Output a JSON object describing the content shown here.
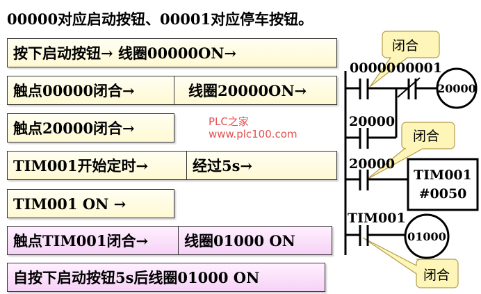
{
  "title": "00000对应启动按钮、00001对应停车按钮。",
  "steps": [
    {
      "a": "按下启动按钮→ 线圈00000ON→"
    },
    {
      "a": "触点00000闭合→",
      "b": "线圈20000ON→"
    },
    {
      "a": "触点20000闭合→"
    },
    {
      "a": "TIM001开始定时→",
      "b": "经过5s→"
    },
    {
      "a": "TIM001 ON →"
    },
    {
      "a": "触点TIM001闭合→",
      "b": "线圈01000 ON"
    },
    {
      "a": "自按下启动按钮5s后线圈01000 ON"
    }
  ],
  "watermark": {
    "brand": "PLC之家",
    "url": "www.plc100.com"
  },
  "ladder": {
    "contact1": "00000",
    "contact2": "00001",
    "coil1": "20000",
    "contact3": "20000",
    "contact4": "20000",
    "timer": "TIM001",
    "timer_preset": "#0050",
    "contact5": "TIM001",
    "coil2": "01000",
    "callout1": "闭合",
    "callout2": "闭合",
    "callout3": "闭合"
  }
}
